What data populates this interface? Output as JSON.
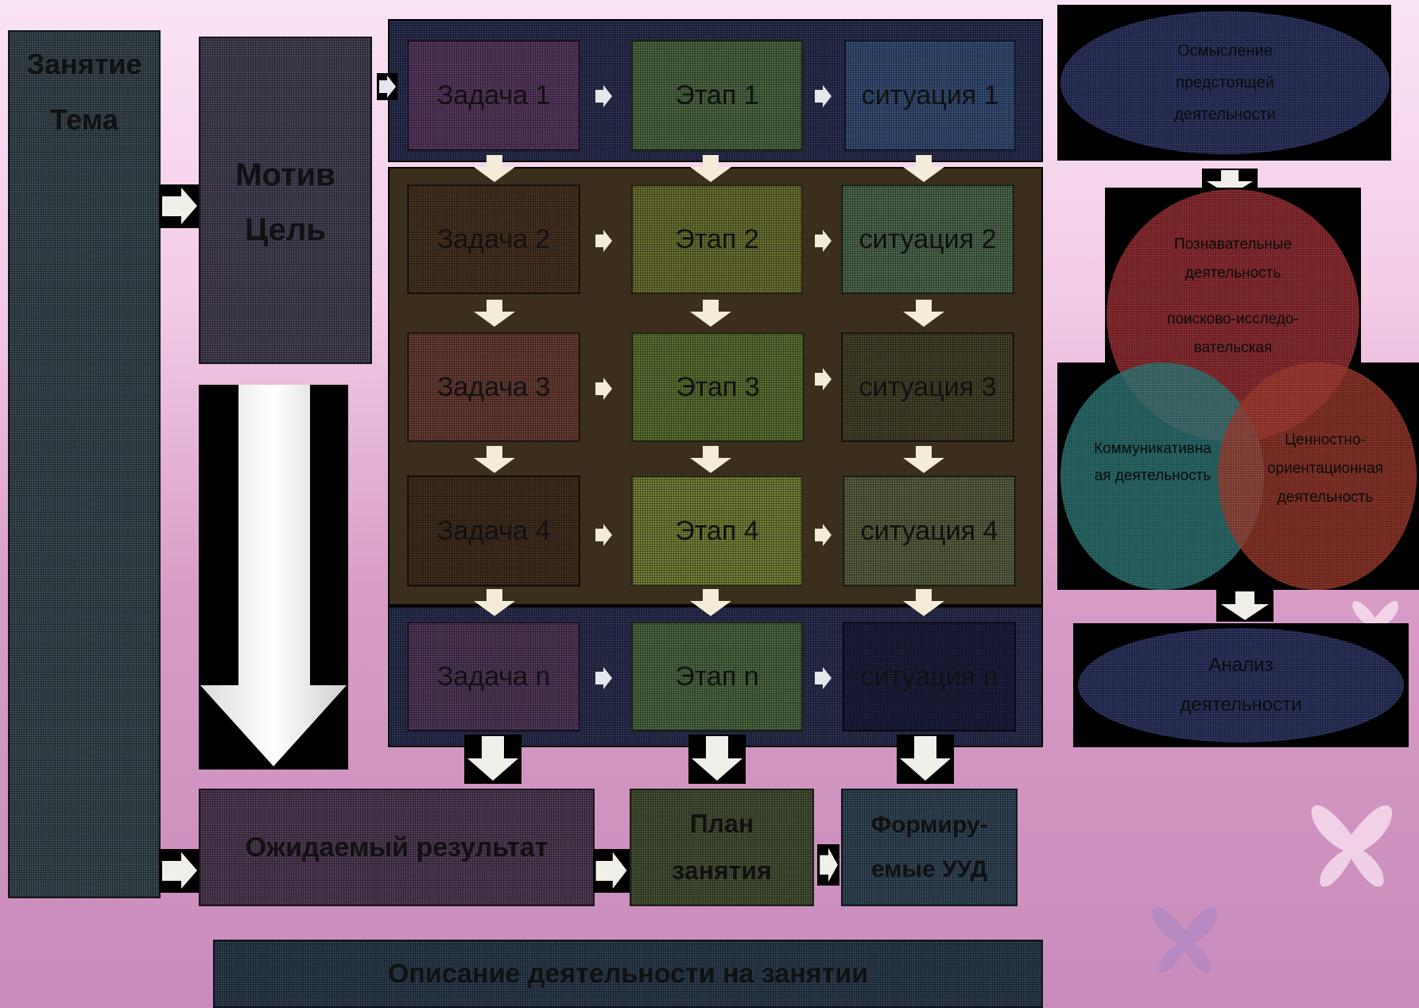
{
  "colors": {
    "background_top": "#fbe4f5",
    "background_bottom": "#c98cbc",
    "panel_dark": "#161a36",
    "arrow_fill": "#f2ecd8"
  },
  "left_column": {
    "line1": "Занятие",
    "line2": "Тема"
  },
  "motive_box": {
    "line1": "Мотив",
    "line2": "Цель"
  },
  "grid": {
    "rows": [
      {
        "task": "Задача 1",
        "stage": "Этап 1",
        "situation": "ситуация 1"
      },
      {
        "task": "Задача 2",
        "stage": "Этап 2",
        "situation": "ситуация 2"
      },
      {
        "task": "Задача 3",
        "stage": "Этап 3",
        "situation": "ситуация 3"
      },
      {
        "task": "Задача 4",
        "stage": "Этап 4",
        "situation": "ситуация 4"
      },
      {
        "task": "Задача n",
        "stage": "Этап n",
        "situation": "ситуация n"
      }
    ]
  },
  "bottom_boxes": {
    "expected_result": "Ожидаемый результат",
    "lesson_plan_line1": "План",
    "lesson_plan_line2": "занятия",
    "formed_uud_line1": "Формиру-",
    "formed_uud_line2": "емые УУД"
  },
  "footer": {
    "description": "Описание деятельности на занятии"
  },
  "right_panel": {
    "top_ellipse": {
      "line1": "Осмысление",
      "line2": "предстоящей",
      "line3": "деятельности"
    },
    "red_circle": {
      "line1": "Познавательные",
      "line2": "деятельность",
      "line3": "поисково-исследо-",
      "line4": "вательская"
    },
    "teal_circle": {
      "line1": "Коммуникативна",
      "line2": "ая деятельность"
    },
    "orange_circle": {
      "line1": "Ценностно-",
      "line2": "ориентационная",
      "line3": "деятельность"
    },
    "bottom_ellipse": {
      "line1": "Анализ",
      "line2": "деятельности"
    }
  }
}
